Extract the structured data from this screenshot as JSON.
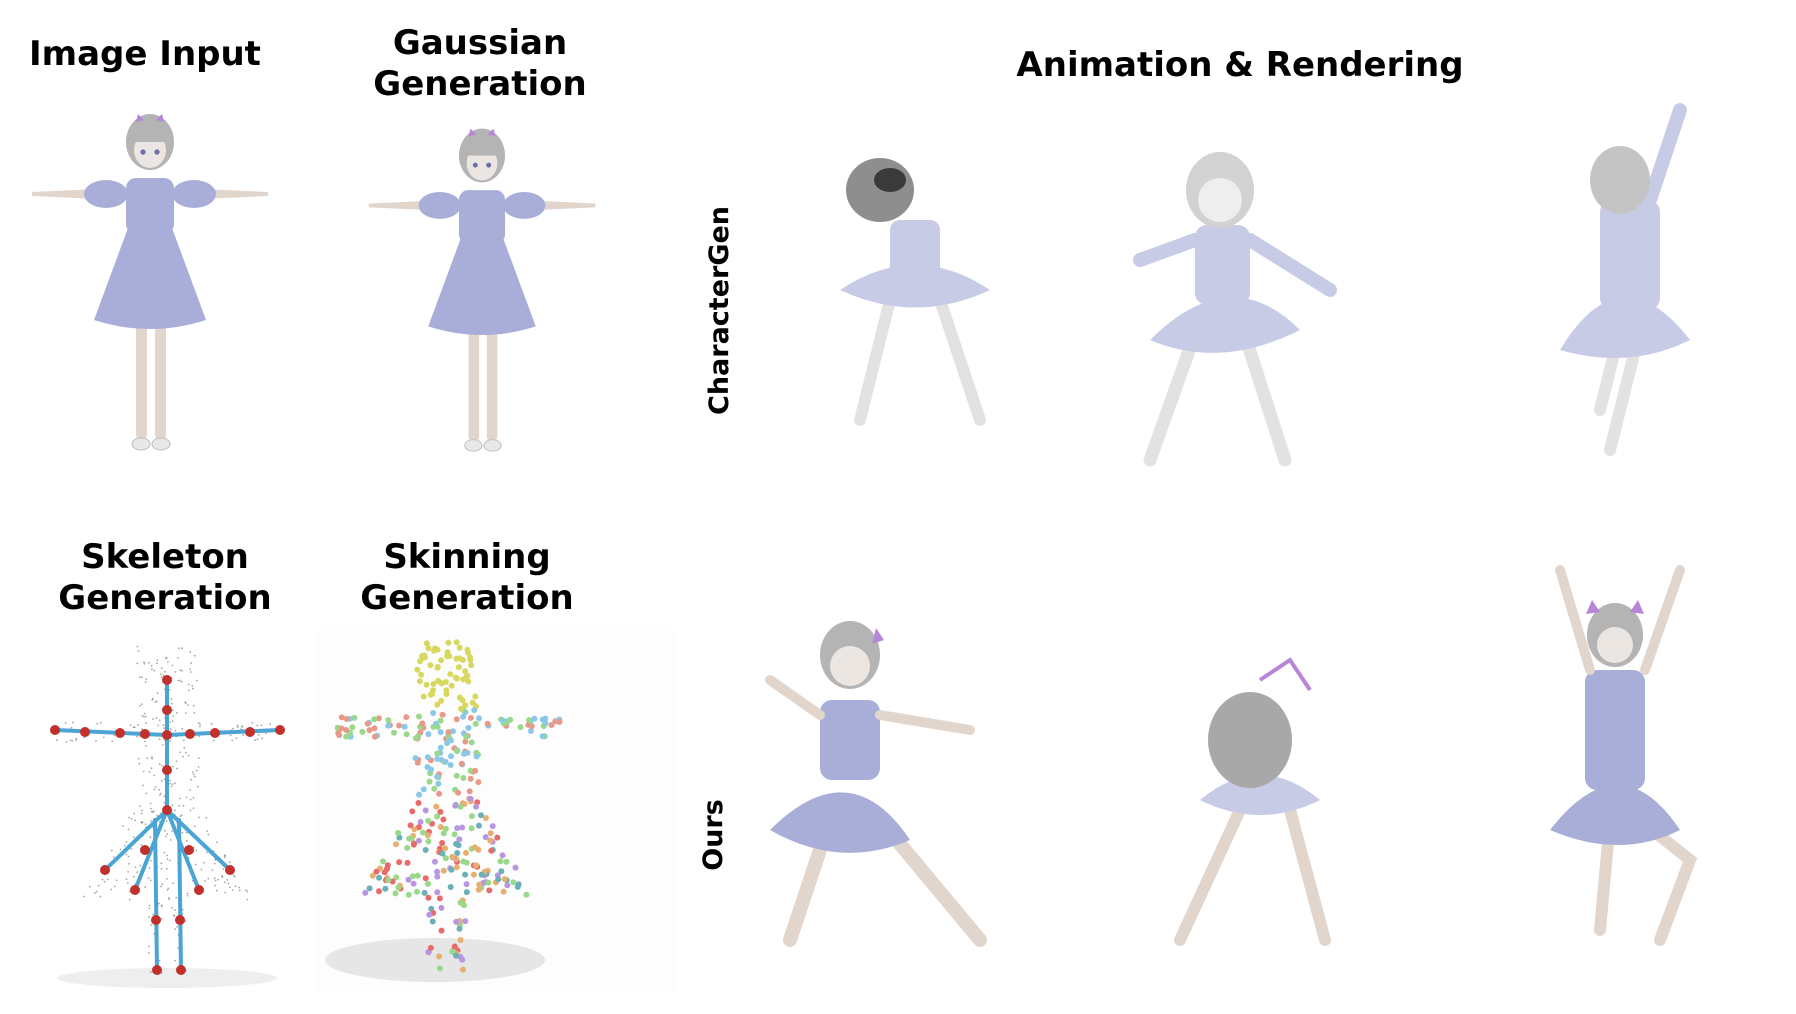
{
  "titles": {
    "image_input": "Image Input",
    "gaussian_generation": "Gaussian\nGeneration",
    "animation_rendering": "Animation & Rendering",
    "skeleton_generation": "Skeleton\nGeneration",
    "skinning_generation": "Skinning\nGeneration"
  },
  "row_labels": {
    "top": "CharacterGen",
    "bottom": "Ours"
  },
  "colors": {
    "dress": "#a8aed8",
    "skin": "#e2d6cc",
    "hair": "#b4b4b4",
    "bow": "#b886d8",
    "joint": "#c2302c",
    "bone": "#4aa4d4"
  }
}
